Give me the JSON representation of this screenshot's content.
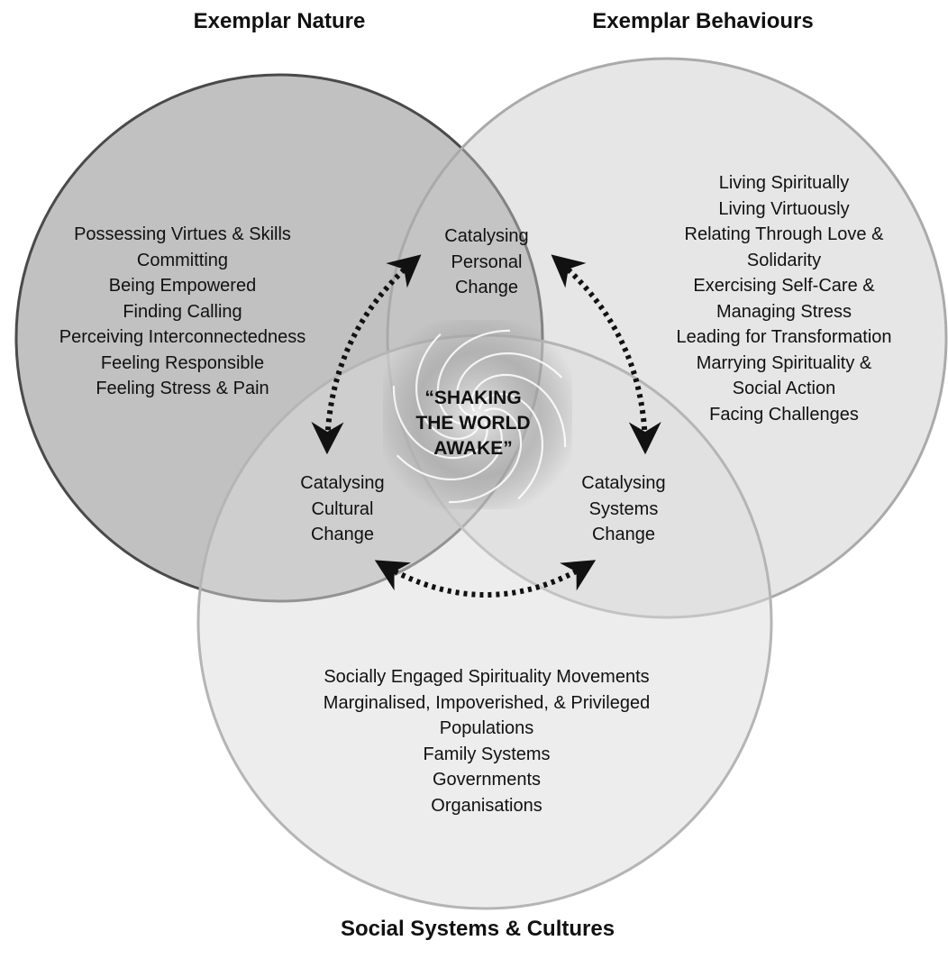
{
  "circles": {
    "nature": {
      "title": "Exemplar Nature",
      "items": [
        "Possessing Virtues & Skills",
        "Committing",
        "Being Empowered",
        "Finding Calling",
        "Perceiving Interconnectedness",
        "Feeling Responsible",
        "Feeling Stress & Pain"
      ]
    },
    "behaviours": {
      "title": "Exemplar Behaviours",
      "items": [
        "Living Spiritually",
        "Living Virtuously",
        "Relating Through Love &",
        "Solidarity",
        "Exercising Self-Care &",
        "Managing Stress",
        "Leading for Transformation",
        "Marrying Spirituality &",
        "Social Action",
        "Facing Challenges"
      ]
    },
    "systems": {
      "title": "Social Systems & Cultures",
      "items": [
        "Socially Engaged Spirituality Movements",
        "Marginalised, Impoverished, & Privileged",
        "Populations",
        "Family Systems",
        "Governments",
        "Organisations"
      ]
    }
  },
  "change": {
    "personal": [
      "Catalysing",
      "Personal",
      "Change"
    ],
    "cultural": [
      "Catalysing",
      "Cultural",
      "Change"
    ],
    "systems": [
      "Catalysing",
      "Systems",
      "Change"
    ]
  },
  "center": [
    "“SHAKING",
    "THE WORLD",
    "AWAKE”"
  ],
  "colors": {
    "nature_fill": "#8e8e8e",
    "nature_stroke": "#4a4a4a",
    "behaviours_fill": "#c8c8c8",
    "behaviours_stroke": "#aaaaaa",
    "systems_fill": "#dcdcdc",
    "systems_stroke": "#b5b5b5",
    "arrow": "#111111",
    "spiral": "#ffffff"
  }
}
